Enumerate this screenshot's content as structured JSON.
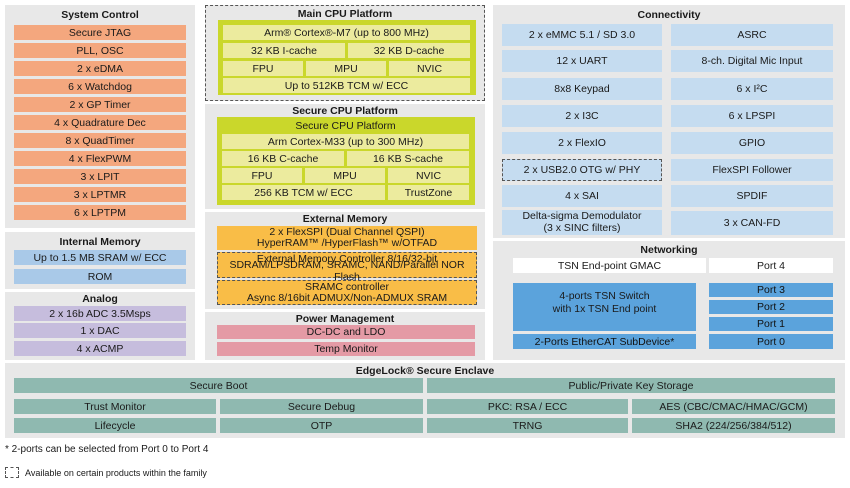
{
  "system_control": {
    "title": "System Control",
    "items": [
      "Secure JTAG",
      "PLL, OSC",
      "2 x eDMA",
      "6 x Watchdog",
      "2 x GP Timer",
      "4 x Quadrature Dec",
      "8 x QuadTimer",
      "4 x FlexPWM",
      "3 x LPIT",
      "3 x LPTMR",
      "6 x LPTPM"
    ]
  },
  "internal_memory": {
    "title": "Internal Memory",
    "items": [
      "Up to 1.5 MB SRAM w/ ECC",
      "ROM"
    ]
  },
  "analog": {
    "title": "Analog",
    "items": [
      "2 x 16b ADC 3.5Msps",
      "1 x DAC",
      "4 x ACMP"
    ]
  },
  "main_cpu": {
    "title": "Main CPU Platform",
    "core": "Arm® Cortex®-M7 (up to 800 MHz)",
    "icache": "32 KB I-cache",
    "dcache": "32 KB D-cache",
    "fpu": "FPU",
    "mpu": "MPU",
    "nvic": "NVIC",
    "tcm": "Up to 512KB TCM w/ ECC"
  },
  "secure_cpu": {
    "title": "Secure CPU Platform",
    "header": "Secure CPU Platform",
    "core": "Arm Cortex-M33 (up to 300 MHz)",
    "ccache": "16 KB C-cache",
    "scache": "16 KB S-cache",
    "fpu": "FPU",
    "mpu": "MPU",
    "nvic": "NVIC",
    "tcm": "256 KB TCM w/ ECC",
    "trustzone": "TrustZone"
  },
  "external_memory": {
    "title": "External Memory",
    "flexspi_1": "2 x FlexSPI (Dual Channel QSPI)",
    "flexspi_2": "HyperRAM™ /HyperFlash™ w/OTFAD",
    "emc_1": "External Memory Controller 8/16/32-bit",
    "emc_2": "SDRAM/LPSDRAM, SRAMC, NAND/Parallel NOR Flash",
    "sramc_1": "SRAMC controller",
    "sramc_2": "Async 8/16bit ADMUX/Non-ADMUX SRAM"
  },
  "power": {
    "title": "Power Management",
    "items": [
      "DC-DC and LDO",
      "Temp Monitor"
    ]
  },
  "connectivity": {
    "title": "Connectivity",
    "left": [
      "2 x eMMC 5.1 / SD 3.0",
      "12 x UART",
      "8x8 Keypad",
      "2 x I3C",
      "2 x FlexIO",
      "2 x USB2.0 OTG w/ PHY",
      "4 x SAI"
    ],
    "delta_1": "Delta-sigma Demodulator",
    "delta_2": "(3 x SINC filters)",
    "right": [
      "ASRC",
      "8-ch. Digital Mic Input",
      "6 x I²C",
      "6 x LPSPI",
      "GPIO",
      "FlexSPI Follower",
      "SPDIF",
      "3 x CAN-FD"
    ]
  },
  "networking": {
    "title": "Networking",
    "gmac": "TSN End-point GMAC",
    "port4": "Port 4",
    "switch_1": "4-ports TSN Switch",
    "switch_2": "with 1x TSN End point",
    "ports": [
      "Port 3",
      "Port 2",
      "Port 1",
      "Port 0"
    ],
    "ethercat": "2-Ports EtherCAT SubDevice*"
  },
  "edgelock": {
    "title": "EdgeLock® Secure Enclave",
    "secure_boot": "Secure Boot",
    "key_storage": "Public/Private Key Storage",
    "trust_monitor": "Trust Monitor",
    "secure_debug": "Secure Debug",
    "pkc": "PKC: RSA / ECC",
    "aes": "AES (CBC/CMAC/HMAC/GCM)",
    "lifecycle": "Lifecycle",
    "otp": "OTP",
    "trng": "TRNG",
    "sha2": "SHA2 (224/256/384/512)"
  },
  "notes": {
    "footnote": "* 2-ports can be selected from Port 0 to Port 4",
    "legend": "Available on certain products within the family"
  }
}
